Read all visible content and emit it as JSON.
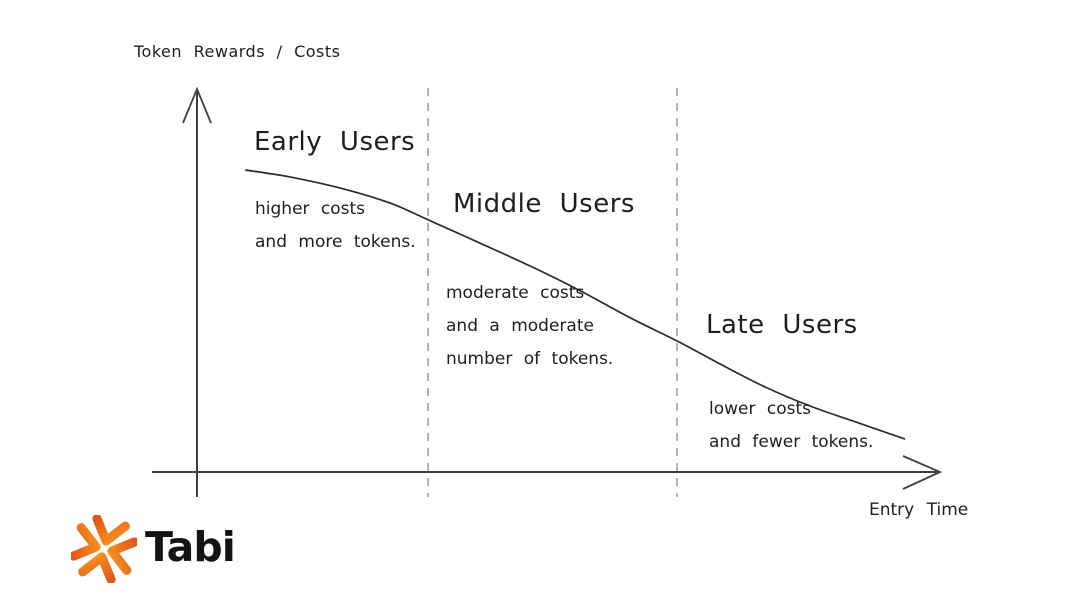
{
  "palette": {
    "background": "#ffffff",
    "ink": "#1e1e1e",
    "axis_color": "#3f3f3f",
    "divider_color": "#9a9a9a",
    "curve_color": "#2b2b2b",
    "brand_orange_dark": "#e2571d",
    "brand_orange_light": "#f89b1d",
    "brand_text": "#131313"
  },
  "y_axis_label": "Token Rewards / Costs",
  "x_axis_label": "Entry Time",
  "segments": [
    {
      "label": "Early Users",
      "desc_lines": [
        "higher costs",
        "and more tokens."
      ]
    },
    {
      "label": "Middle Users",
      "desc_lines": [
        "moderate costs",
        "and a moderate",
        "number of tokens."
      ]
    },
    {
      "label": "Late Users",
      "desc_lines": [
        "lower costs",
        "and fewer tokens."
      ]
    }
  ],
  "brand": {
    "name": "Tabi",
    "icon": "pinwheel-chevron-icon"
  },
  "chart_data": {
    "type": "line",
    "title": "Token Rewards / Costs",
    "xlabel": "Entry Time",
    "ylabel": "Token Rewards / Costs",
    "x_range": [
      0,
      1
    ],
    "y_range": [
      0,
      1
    ],
    "grid": false,
    "axis_ticks": "none",
    "legend": "none",
    "curve_shape": "declining S-curve of token rewards/costs over entry time",
    "points": [
      [
        0.065,
        0.787
      ],
      [
        0.125,
        0.769
      ],
      [
        0.193,
        0.74
      ],
      [
        0.26,
        0.701
      ],
      [
        0.314,
        0.655
      ],
      [
        0.381,
        0.597
      ],
      [
        0.448,
        0.538
      ],
      [
        0.516,
        0.473
      ],
      [
        0.583,
        0.403
      ],
      [
        0.646,
        0.343
      ],
      [
        0.704,
        0.283
      ],
      [
        0.765,
        0.223
      ],
      [
        0.825,
        0.174
      ],
      [
        0.886,
        0.133
      ],
      [
        0.953,
        0.088
      ]
    ],
    "dividers_x": [
      0.311,
      0.646
    ],
    "annotations": [
      {
        "x_span": [
          0.0,
          0.311
        ],
        "label": "Early Users",
        "note": "higher costs and more tokens."
      },
      {
        "x_span": [
          0.311,
          0.646
        ],
        "label": "Middle Users",
        "note": "moderate costs and a moderate number of tokens."
      },
      {
        "x_span": [
          0.646,
          1.0
        ],
        "label": "Late Users",
        "note": "lower costs and fewer tokens."
      }
    ]
  }
}
